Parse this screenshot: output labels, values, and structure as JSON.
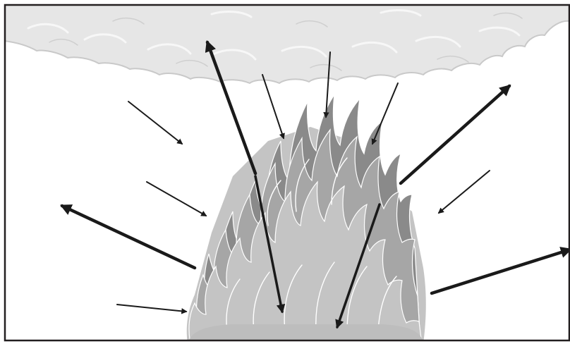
{
  "figure": {
    "background": "#ffffff",
    "frame_color": "#231f20",
    "cloud_fill": "#e6e6e6",
    "cloud_stroke": "#bdbdbd",
    "flame_dark": "#8a8a8a",
    "flame_mid": "#a6a6a6",
    "flame_light": "#c4c4c4",
    "arrow_color": "#1a1a1a"
  },
  "arrows": [
    {
      "id": "down-from-cloud-center",
      "direction": "inward",
      "weight": "thin"
    },
    {
      "id": "down-from-cloud-left",
      "direction": "inward",
      "weight": "thin"
    },
    {
      "id": "down-from-cloud-right",
      "direction": "inward",
      "weight": "thin"
    },
    {
      "id": "upper-left-inward",
      "direction": "inward",
      "weight": "thin"
    },
    {
      "id": "mid-left-inward",
      "direction": "inward",
      "weight": "thin"
    },
    {
      "id": "lower-left-inward",
      "direction": "inward",
      "weight": "thin"
    },
    {
      "id": "right-inward",
      "direction": "inward",
      "weight": "thin"
    },
    {
      "id": "to-cloud-left",
      "direction": "outward",
      "weight": "thick"
    },
    {
      "id": "to-upper-right",
      "direction": "outward",
      "weight": "thick"
    },
    {
      "id": "to-left",
      "direction": "outward",
      "weight": "thick"
    },
    {
      "id": "to-right",
      "direction": "outward",
      "weight": "thick"
    },
    {
      "id": "down-into-fire-left",
      "direction": "inward",
      "weight": "thick"
    },
    {
      "id": "down-into-fire-right",
      "direction": "inward",
      "weight": "thick"
    }
  ]
}
